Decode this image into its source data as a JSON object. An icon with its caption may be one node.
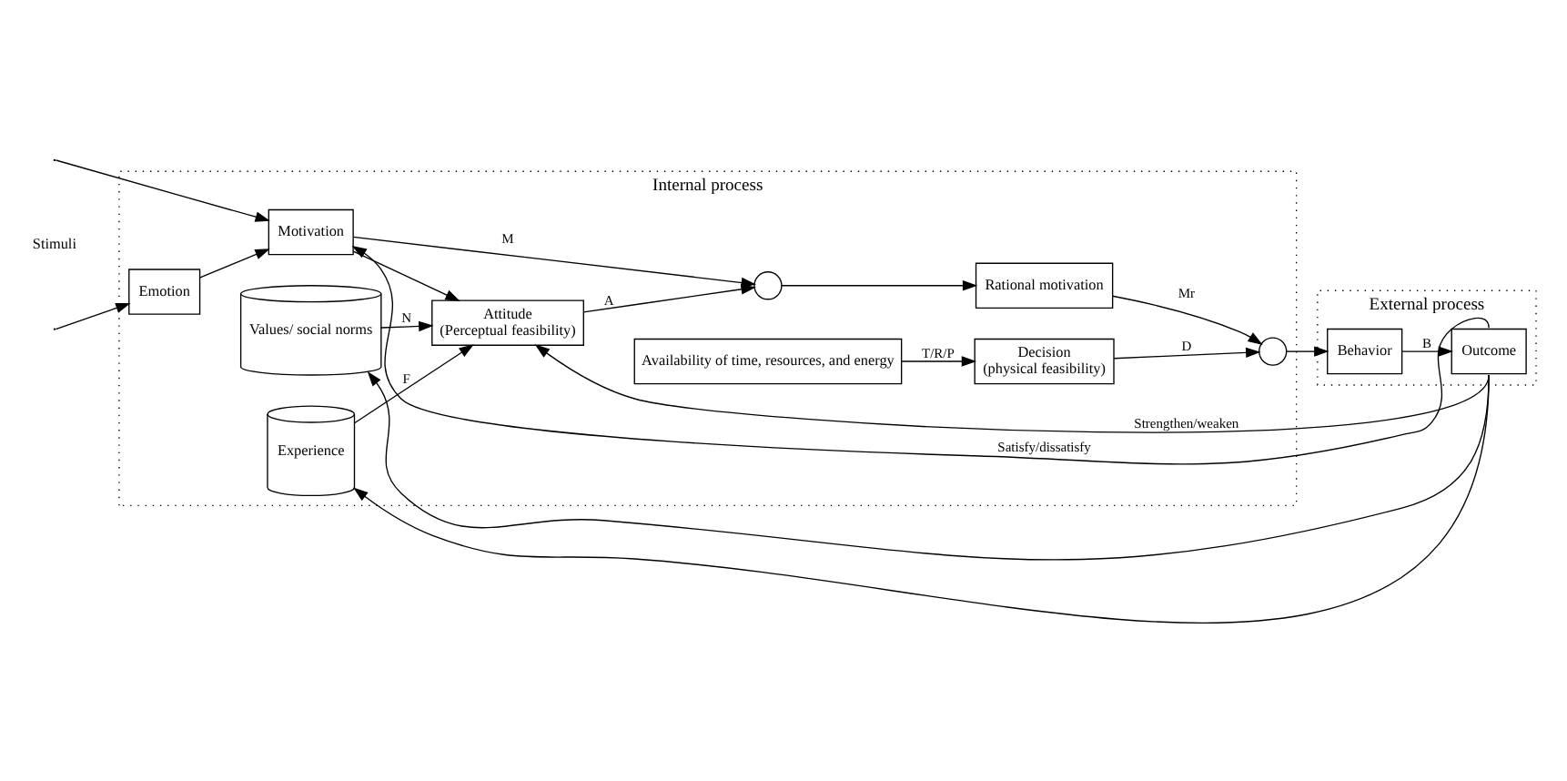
{
  "diagram": {
    "nodes": [
      {
        "text": [
          "Internal process"
        ]
      },
      {
        "text": [
          "External process"
        ]
      },
      {
        "text": [
          "Motivation"
        ],
        "in": 0
      },
      {
        "text": [
          "Emotion"
        ],
        "in": 0
      },
      {
        "text": [],
        "shape": "circle",
        "in": 0
      },
      {
        "text": [
          "Rational motivation"
        ],
        "in": 0
      },
      {
        "text": [],
        "shape": "circle",
        "in": 0
      },
      {
        "text": [
          "Attitude",
          "(Perceptual feasibility)"
        ],
        "in": 0
      },
      {
        "text": [
          "Decision",
          "(physical feasibility)"
        ],
        "in": 0
      },
      {
        "text": [
          "Values/ social norms"
        ],
        "in": 0
      },
      {
        "text": [
          "Experience"
        ],
        "in": 0
      },
      {
        "text": [
          "Availability of time, resources, and energy"
        ],
        "in": 0
      },
      {
        "text": [
          "Behavior"
        ],
        "in": 1
      },
      {
        "text": [
          "Outcome"
        ],
        "in": 1
      }
    ],
    "edges": [
      {
        "from": null,
        "to": 2,
        "arrow": "to"
      },
      {
        "from": null,
        "to": 3,
        "arrow": "to"
      },
      {
        "from": 3,
        "to": 2,
        "arrow": "to"
      },
      {
        "from": 2,
        "to": 4,
        "arrow": "to",
        "label": "M"
      },
      {
        "from": 2,
        "to": 7,
        "arrow": "to"
      },
      {
        "from": 7,
        "to": 4,
        "arrow": "to",
        "label": "A"
      },
      {
        "from": 4,
        "to": 5,
        "arrow": "to"
      },
      {
        "from": 5,
        "to": 6,
        "arrow": "to",
        "label": "Mr"
      },
      {
        "from": 8,
        "to": 6,
        "arrow": "to",
        "label": "D"
      },
      {
        "from": 6,
        "to": 12,
        "arrow": "to"
      },
      {
        "from": 12,
        "to": 13,
        "arrow": "to",
        "label": "B"
      },
      {
        "from": 13,
        "to": 2,
        "arrow": "to",
        "label": "Satisfy/dissatisfy"
      },
      {
        "from": 13,
        "to": 7,
        "arrow": "to",
        "label": "Strengthen/weaken"
      },
      {
        "from": 13,
        "to": 9,
        "arrow": "to"
      },
      {
        "from": 13,
        "to": 10,
        "arrow": "to"
      },
      {
        "from": 9,
        "to": 7,
        "arrow": "to",
        "label": "N"
      },
      {
        "from": 10,
        "to": 7,
        "arrow": "to",
        "label": "F"
      },
      {
        "from": 11,
        "to": 8,
        "arrow": "to",
        "label": "T/R/P"
      }
    ],
    "labels": [
      "Stimuli"
    ]
  }
}
